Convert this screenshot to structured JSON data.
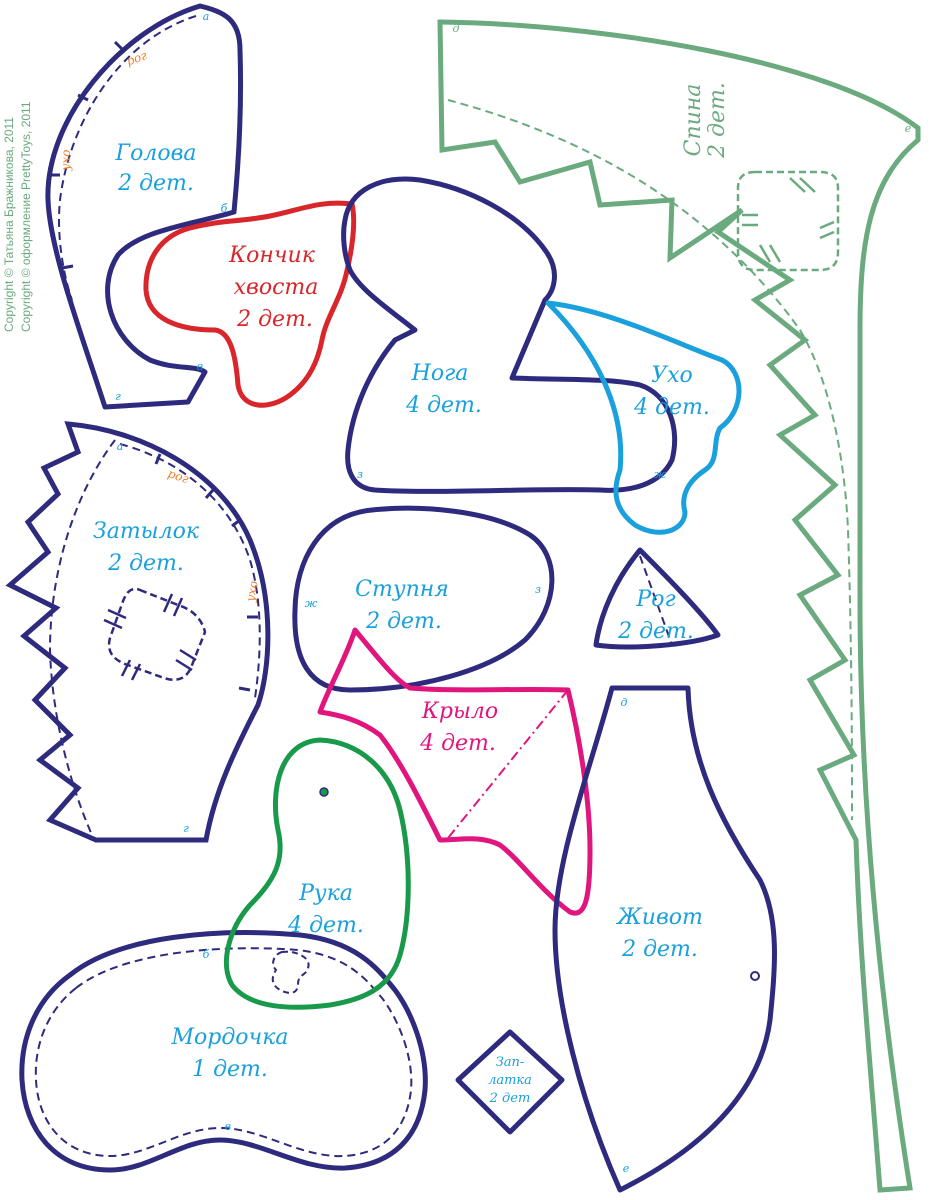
{
  "copyright": {
    "line1": "Copyright © Татьяна Бражникова, 2011",
    "line2": "Copyright © оформление PrettyToys, 2011"
  },
  "colors": {
    "navy": "#2e2a7d",
    "red": "#d9262b",
    "cyan": "#1aa0dc",
    "magenta": "#e0157d",
    "green": "#19994a",
    "sage": "#6aaa7e",
    "orange": "#ec7e2b"
  },
  "pieces": {
    "head": [
      "Голова",
      "2 дет."
    ],
    "tail_tip": [
      "Кончик",
      "хвоста",
      "2 дет."
    ],
    "leg": [
      "Нога",
      "4 дет."
    ],
    "ear": [
      "Ухо",
      "4 дет."
    ],
    "back": [
      "Спина",
      "2 дет."
    ],
    "nape": [
      "Затылок",
      "2 дет."
    ],
    "sole": [
      "Ступня",
      "2 дет."
    ],
    "horn": [
      "Рог",
      "2 дет."
    ],
    "wing": [
      "Крыло",
      "4 дет."
    ],
    "arm": [
      "Рука",
      "4 дет."
    ],
    "belly": [
      "Живот",
      "2 дет."
    ],
    "muzzle": [
      "Мордочка",
      "1 дет."
    ],
    "patch": [
      "Зап-",
      "латка",
      "2 дет"
    ]
  },
  "marks": {
    "a": "а",
    "b": "б",
    "v": "в",
    "g": "г",
    "d": "д",
    "e": "е",
    "zh": "ж",
    "z": "з",
    "horn_note": "рог",
    "ear_note": "ухо"
  }
}
